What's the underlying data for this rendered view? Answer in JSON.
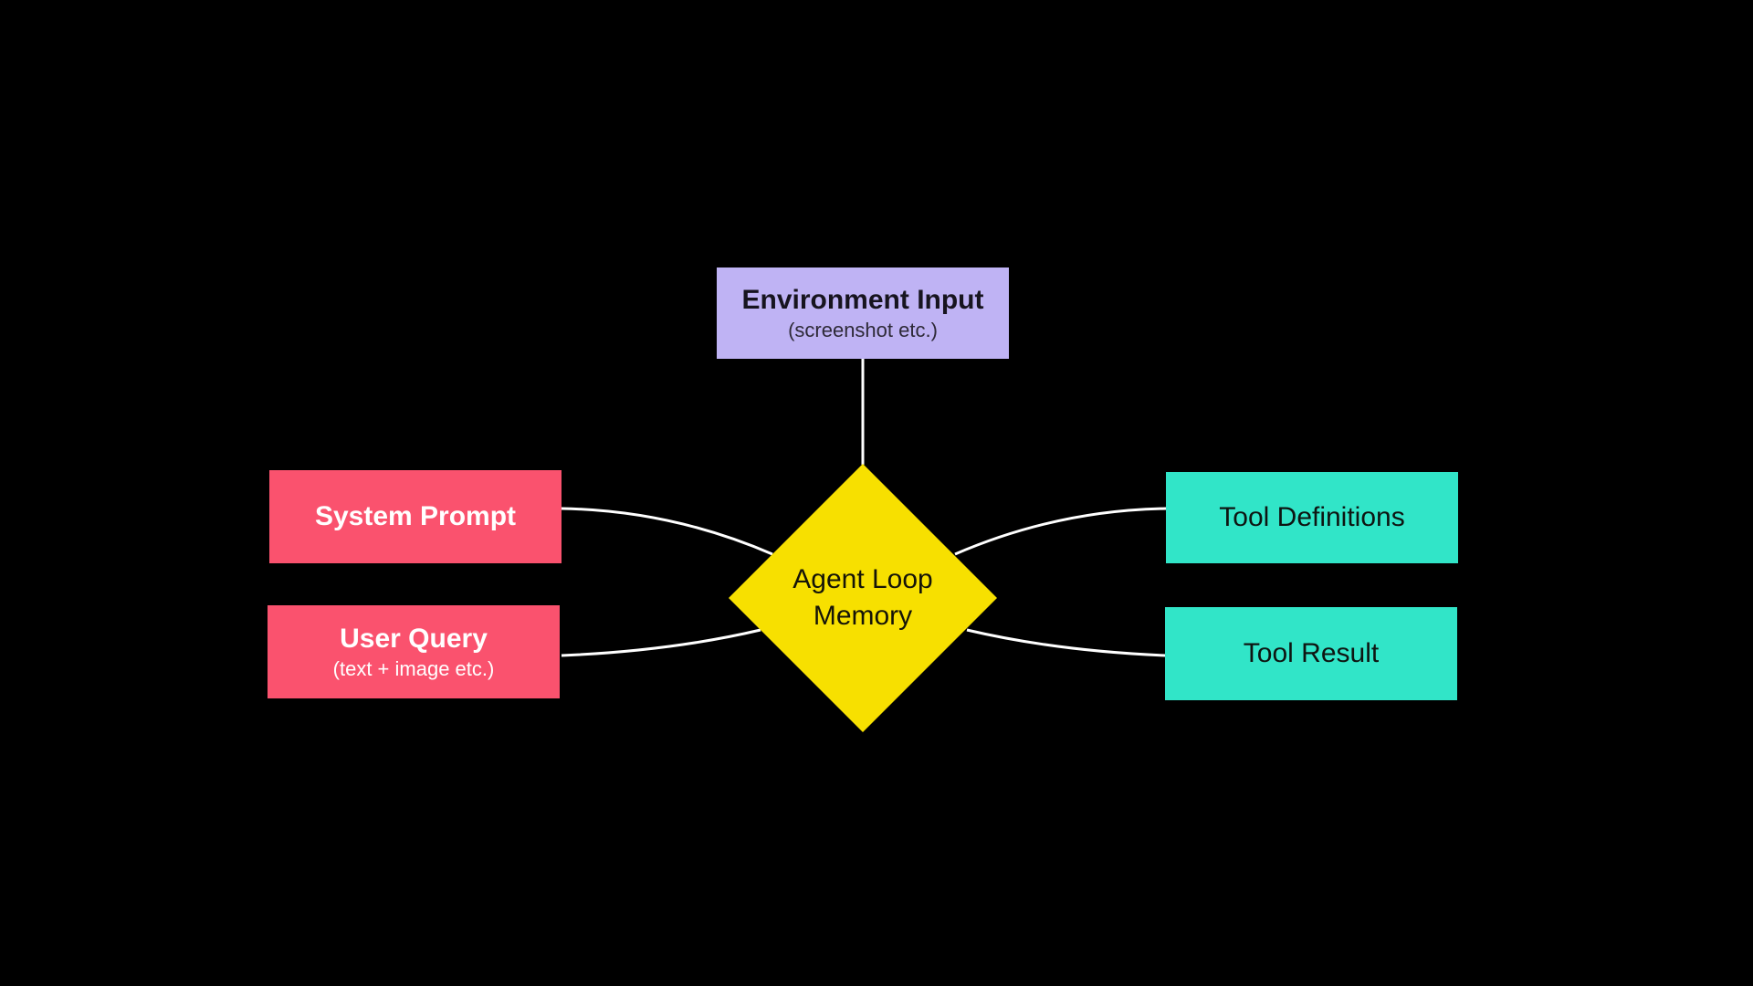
{
  "diagram": {
    "background_color": "#000000",
    "connector_color": "#FFFFFF",
    "nodes": {
      "environment_input": {
        "shape": "rectangle",
        "title": "Environment Input",
        "subtitle": "(screenshot etc.)",
        "fill_color": "#BFB3F4",
        "text_color": "#17141F"
      },
      "system_prompt": {
        "shape": "rectangle",
        "title": "System Prompt",
        "fill_color": "#FA526E",
        "text_color": "#FFFFFF"
      },
      "user_query": {
        "shape": "rectangle",
        "title": "User Query",
        "subtitle": "(text + image etc.)",
        "fill_color": "#FA526E",
        "text_color": "#FFFFFF"
      },
      "agent_loop_memory": {
        "shape": "diamond",
        "title_line_1": "Agent Loop",
        "title_line_2": "Memory",
        "fill_color": "#F7E000",
        "text_color": "#151408"
      },
      "tool_definitions": {
        "shape": "rectangle",
        "title": "Tool Definitions",
        "fill_color": "#31E5C8",
        "text_color": "#0E1512"
      },
      "tool_result": {
        "shape": "rectangle",
        "title": "Tool Result",
        "fill_color": "#31E5C8",
        "text_color": "#0E1512"
      }
    },
    "edges": [
      {
        "from": "environment_input",
        "to": "agent_loop_memory"
      },
      {
        "from": "system_prompt",
        "to": "agent_loop_memory"
      },
      {
        "from": "user_query",
        "to": "agent_loop_memory"
      },
      {
        "from": "agent_loop_memory",
        "to": "tool_definitions"
      },
      {
        "from": "agent_loop_memory",
        "to": "tool_result"
      }
    ]
  }
}
